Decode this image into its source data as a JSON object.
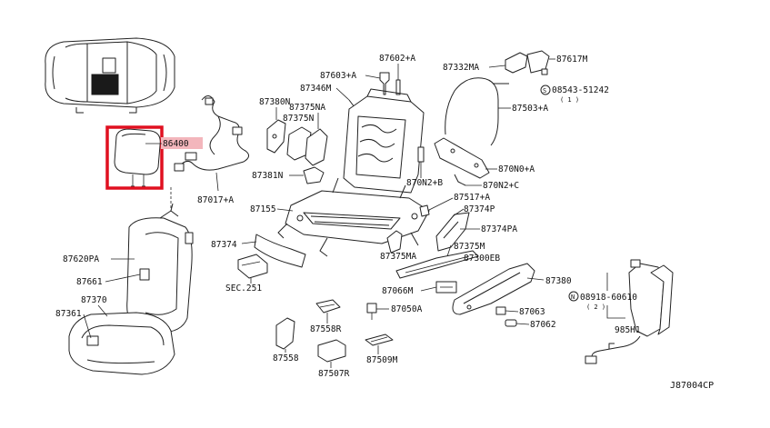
{
  "diagram_id": "J87004CP",
  "highlight": {
    "part": "86400",
    "box_color": "#e01020",
    "label_bg": "#f3b6bc"
  },
  "parts": {
    "p86400": "86400",
    "p87017A": "87017+A",
    "p87380N": "87380N",
    "p87375N": "87375N",
    "p87375NA": "87375NA",
    "p87346M": "87346M",
    "p87603A": "87603+A",
    "p87602A": "87602+A",
    "p87381N": "87381N",
    "p87155": "87155",
    "p87374": "87374",
    "sec251": "SEC.251",
    "p87620PA": "87620PA",
    "p87661": "87661",
    "p87370": "87370",
    "p87361": "87361",
    "p87558R": "87558R",
    "p87558": "87558",
    "p87507R": "87507R",
    "p87509M": "87509M",
    "p87050A": "87050A",
    "p87066M": "87066M",
    "p87375MA": "87375MA",
    "p87375M": "87375M",
    "p87300EB": "87300EB",
    "p87374PA": "87374PA",
    "p87374P": "87374P",
    "p87517A": "87517+A",
    "p870N2B": "870N2+B",
    "p870N2C": "870N2+C",
    "p870N0A": "870N0+A",
    "p87332MA": "87332MA",
    "p87617M": "87617M",
    "p08543": "08543-51242",
    "p08543q": "( 1 )",
    "p87503A": "87503+A",
    "p87380": "87380",
    "p87063": "87063",
    "p87062": "87062",
    "p08918": "08918-60610",
    "p08918q": "( 2 )",
    "p985H1": "985H1",
    "sym_s": "S",
    "sym_n": "N"
  }
}
